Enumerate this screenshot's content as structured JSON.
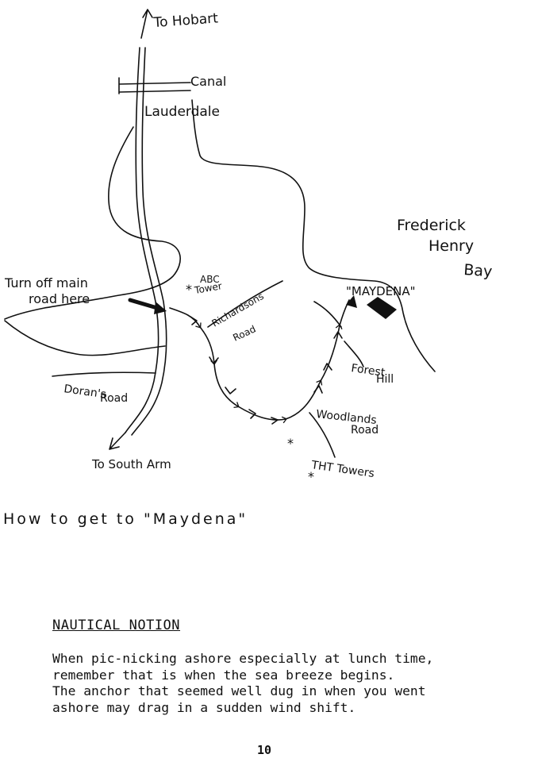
{
  "map": {
    "labels": {
      "to_hobart": "To Hobart",
      "canal": "Canal",
      "lauderdale": "Lauderdale",
      "frederick": "Frederick",
      "henry": "Henry",
      "bay": "Bay",
      "turn_off_line1": "Turn off main",
      "turn_off_line2": "road here",
      "abc": "ABC",
      "tower": "Tower",
      "richardsons": "Richardsons",
      "road_richardsons": "Road",
      "maydena": "\"MAYDENA\"",
      "forest": "Forest",
      "hill": "Hill",
      "dorans": "Doran's",
      "road_dorans": "Road",
      "woodlands": "Woodlands",
      "road_woodlands": "Road",
      "to_south_arm": "To South Arm",
      "tht_towers": "THT Towers",
      "caption": "How to get to \"Maydena\""
    },
    "ink_color": "#111111"
  },
  "nautical_notion": {
    "heading": "NAUTICAL NOTION",
    "lines": [
      "When pic-nicking ashore especially at lunch time,",
      "remember that is when the sea breeze begins.",
      "The anchor that seemed well dug in when you went",
      "ashore may drag in a sudden wind shift."
    ]
  },
  "page_number": "10"
}
